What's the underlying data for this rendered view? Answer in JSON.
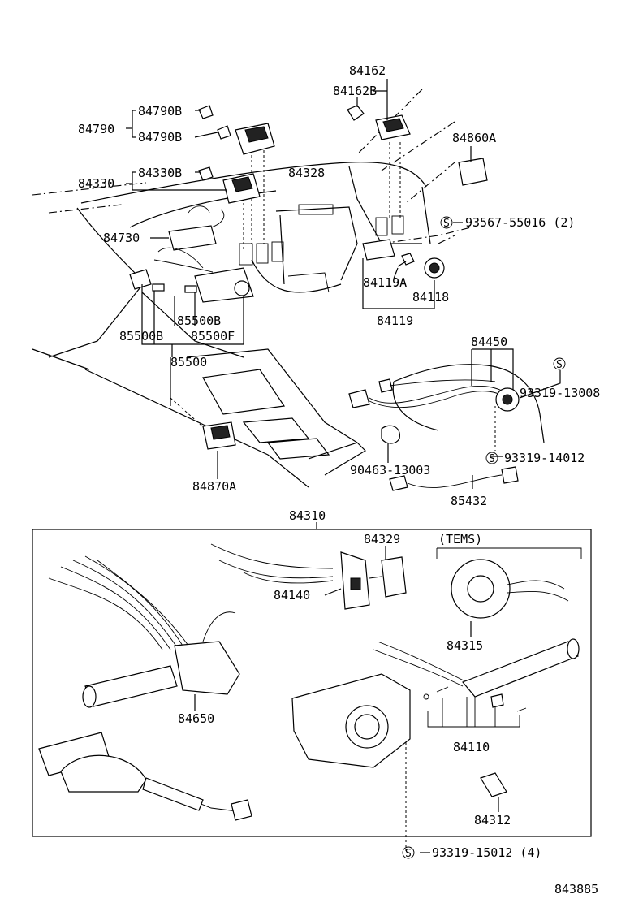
{
  "labels": {
    "p84162": "84162",
    "p84162B": "84162B",
    "p84790B_a": "84790B",
    "p84790": "84790",
    "p84790B_b": "84790B",
    "p84860A": "84860A",
    "p84330": "84330",
    "p84330B": "84330B",
    "p84328": "84328",
    "p93567": "93567-55016 (2)",
    "p84730": "84730",
    "p84119A": "84119A",
    "p84118": "84118",
    "p85500B_a": "85500B",
    "p84119": "84119",
    "p85500B_b": "85500B",
    "p85500F": "85500F",
    "p84450": "84450",
    "p85500": "85500",
    "p93319_13008": "93319-13008",
    "p84870A": "84870A",
    "p90463": "90463-13003",
    "p93319_14012": "93319-14012",
    "p85432": "85432",
    "p84310": "84310",
    "p84329": "84329",
    "tems": "(TEMS)",
    "p84140": "84140",
    "p84315": "84315",
    "p84650": "84650",
    "p84110": "84110",
    "p84312": "84312",
    "p93319_15012": "93319-15012 (4)",
    "s_mark": "S",
    "diagram_number": "843885"
  }
}
